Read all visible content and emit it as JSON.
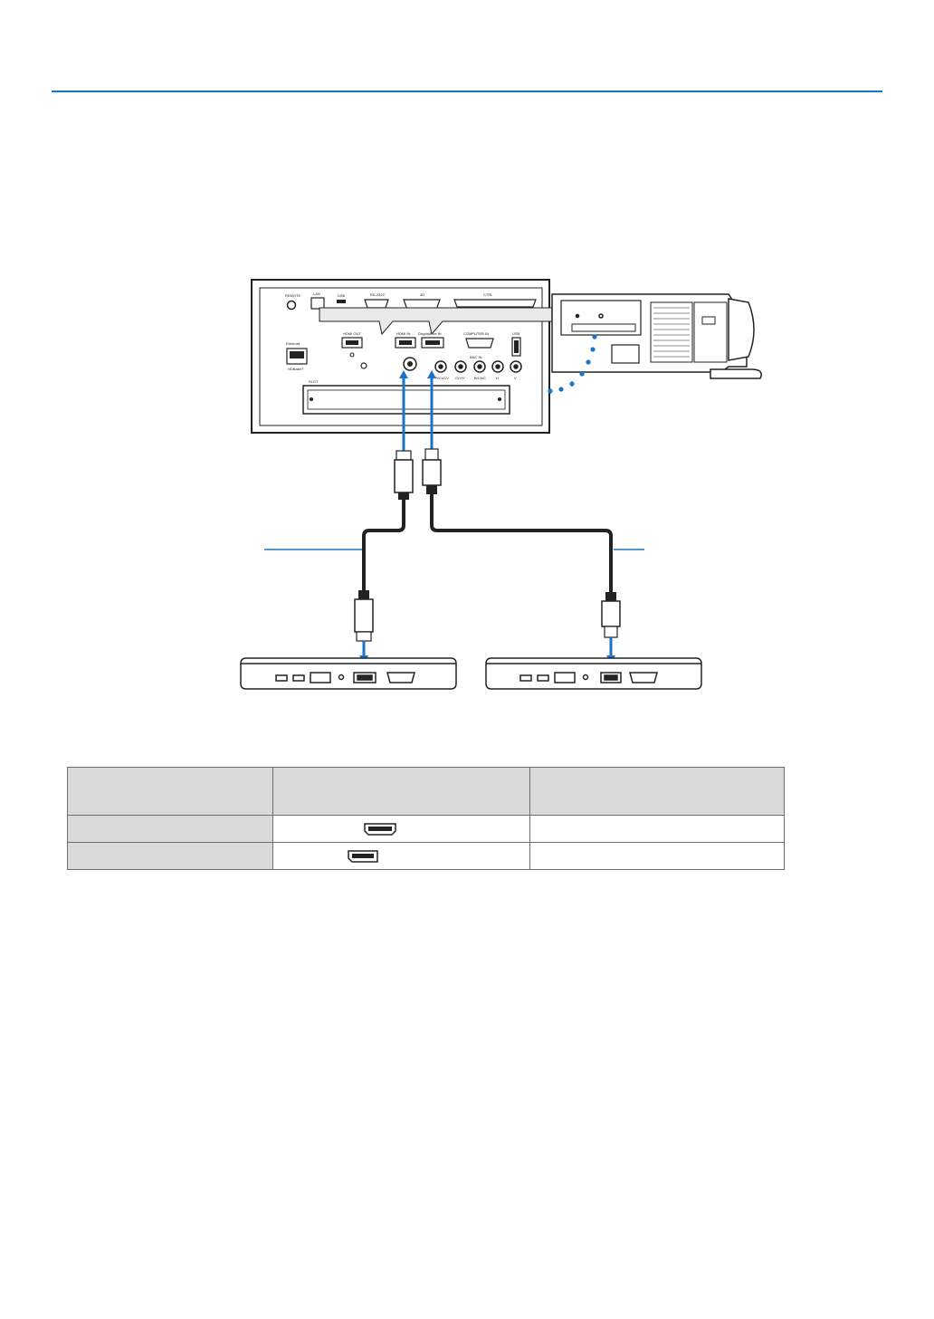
{
  "panel": {
    "remote": "REMOTE",
    "lan": "LAN",
    "usb_service": "USB",
    "rs232": "RS-232C",
    "three_d": "3D",
    "control": "CTRL",
    "hdmi_out": "HDMI OUT",
    "hdmi_in": "HDMI IN",
    "displayport_in": "DisplayPort IN",
    "computer_in": "COMPUTER IN",
    "usb": "USB",
    "ethernet": "Ethernet",
    "hdbaset": "HDBaseT",
    "slot": "SLOT",
    "bnc_labels": [
      "R/Cr/CV",
      "G/Y/Y",
      "B/Cb/C",
      "H",
      "V"
    ],
    "bnc_title": "BNC IN"
  },
  "table": {
    "headers": [
      "",
      "",
      ""
    ],
    "rows": [
      {
        "label": "",
        "icon": "hdmi-port-icon",
        "desc": ""
      },
      {
        "label": "",
        "icon": "displayport-port-icon",
        "desc": ""
      }
    ]
  },
  "colors": {
    "accent_blue": "#1a73c5",
    "table_header": "#d9d9d9"
  }
}
